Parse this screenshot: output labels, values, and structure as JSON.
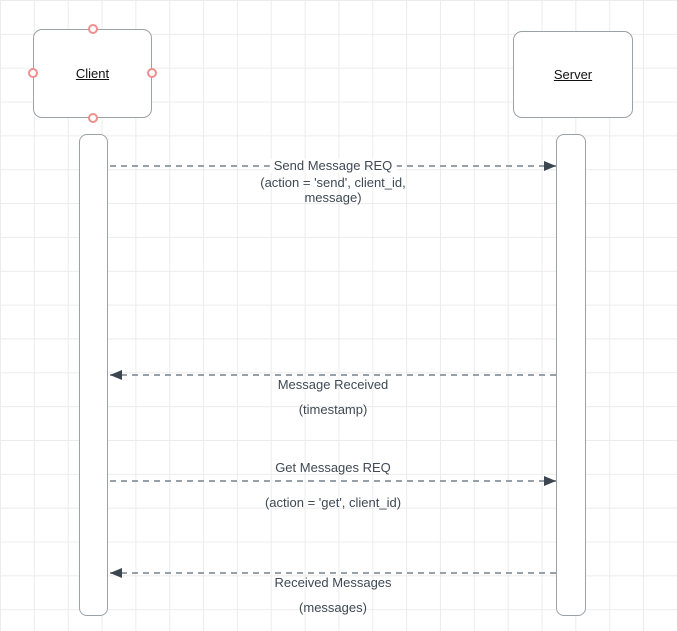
{
  "actors": [
    {
      "label": "Client",
      "connection_points": [
        "top",
        "left",
        "right",
        "bottom"
      ]
    },
    {
      "label": "Server"
    }
  ],
  "messages": [
    {
      "title": "Send Message REQ",
      "params": [
        "(action = 'send', client_id,",
        "message)"
      ],
      "from": "Client",
      "to": "Server",
      "direction": "right",
      "line_style": "dashed"
    },
    {
      "title": "Message Received",
      "params": [
        "(timestamp)"
      ],
      "from": "Server",
      "to": "Client",
      "direction": "left",
      "line_style": "dashed"
    },
    {
      "title": "Get Messages REQ",
      "params": [
        "(action = 'get', client_id)"
      ],
      "from": "Client",
      "to": "Server",
      "direction": "right",
      "line_style": "dashed"
    },
    {
      "title": "Received Messages",
      "params": [
        "(messages)"
      ],
      "from": "Server",
      "to": "Client",
      "direction": "left",
      "line_style": "dashed"
    }
  ],
  "colors": {
    "background": "#ffffff",
    "grid": "#ececec",
    "shape_stroke": "#9aa1a8",
    "dash_stroke": "#98a0a8",
    "arrowhead": "#3b4651",
    "label_text": "#3e4954",
    "actor_text": "#111111",
    "connection_point": "#ee8f8f"
  }
}
